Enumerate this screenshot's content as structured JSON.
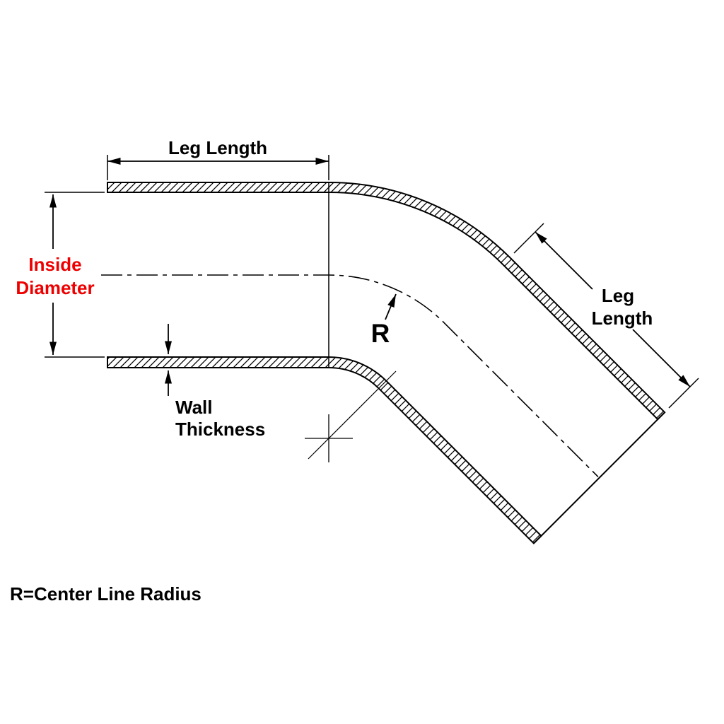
{
  "labels": {
    "leg_length_top": "Leg Length",
    "inside_diameter_line1": "Inside",
    "inside_diameter_line2": "Diameter",
    "wall_thickness_line1": "Wall",
    "wall_thickness_line2": "Thickness",
    "radius_symbol": "R",
    "leg_length_right_line1": "Leg",
    "leg_length_right_line2": "Length",
    "footnote": "R=Center Line Radius"
  },
  "colors": {
    "accent_red": "#ee0000",
    "line": "#000000",
    "background": "#ffffff"
  }
}
